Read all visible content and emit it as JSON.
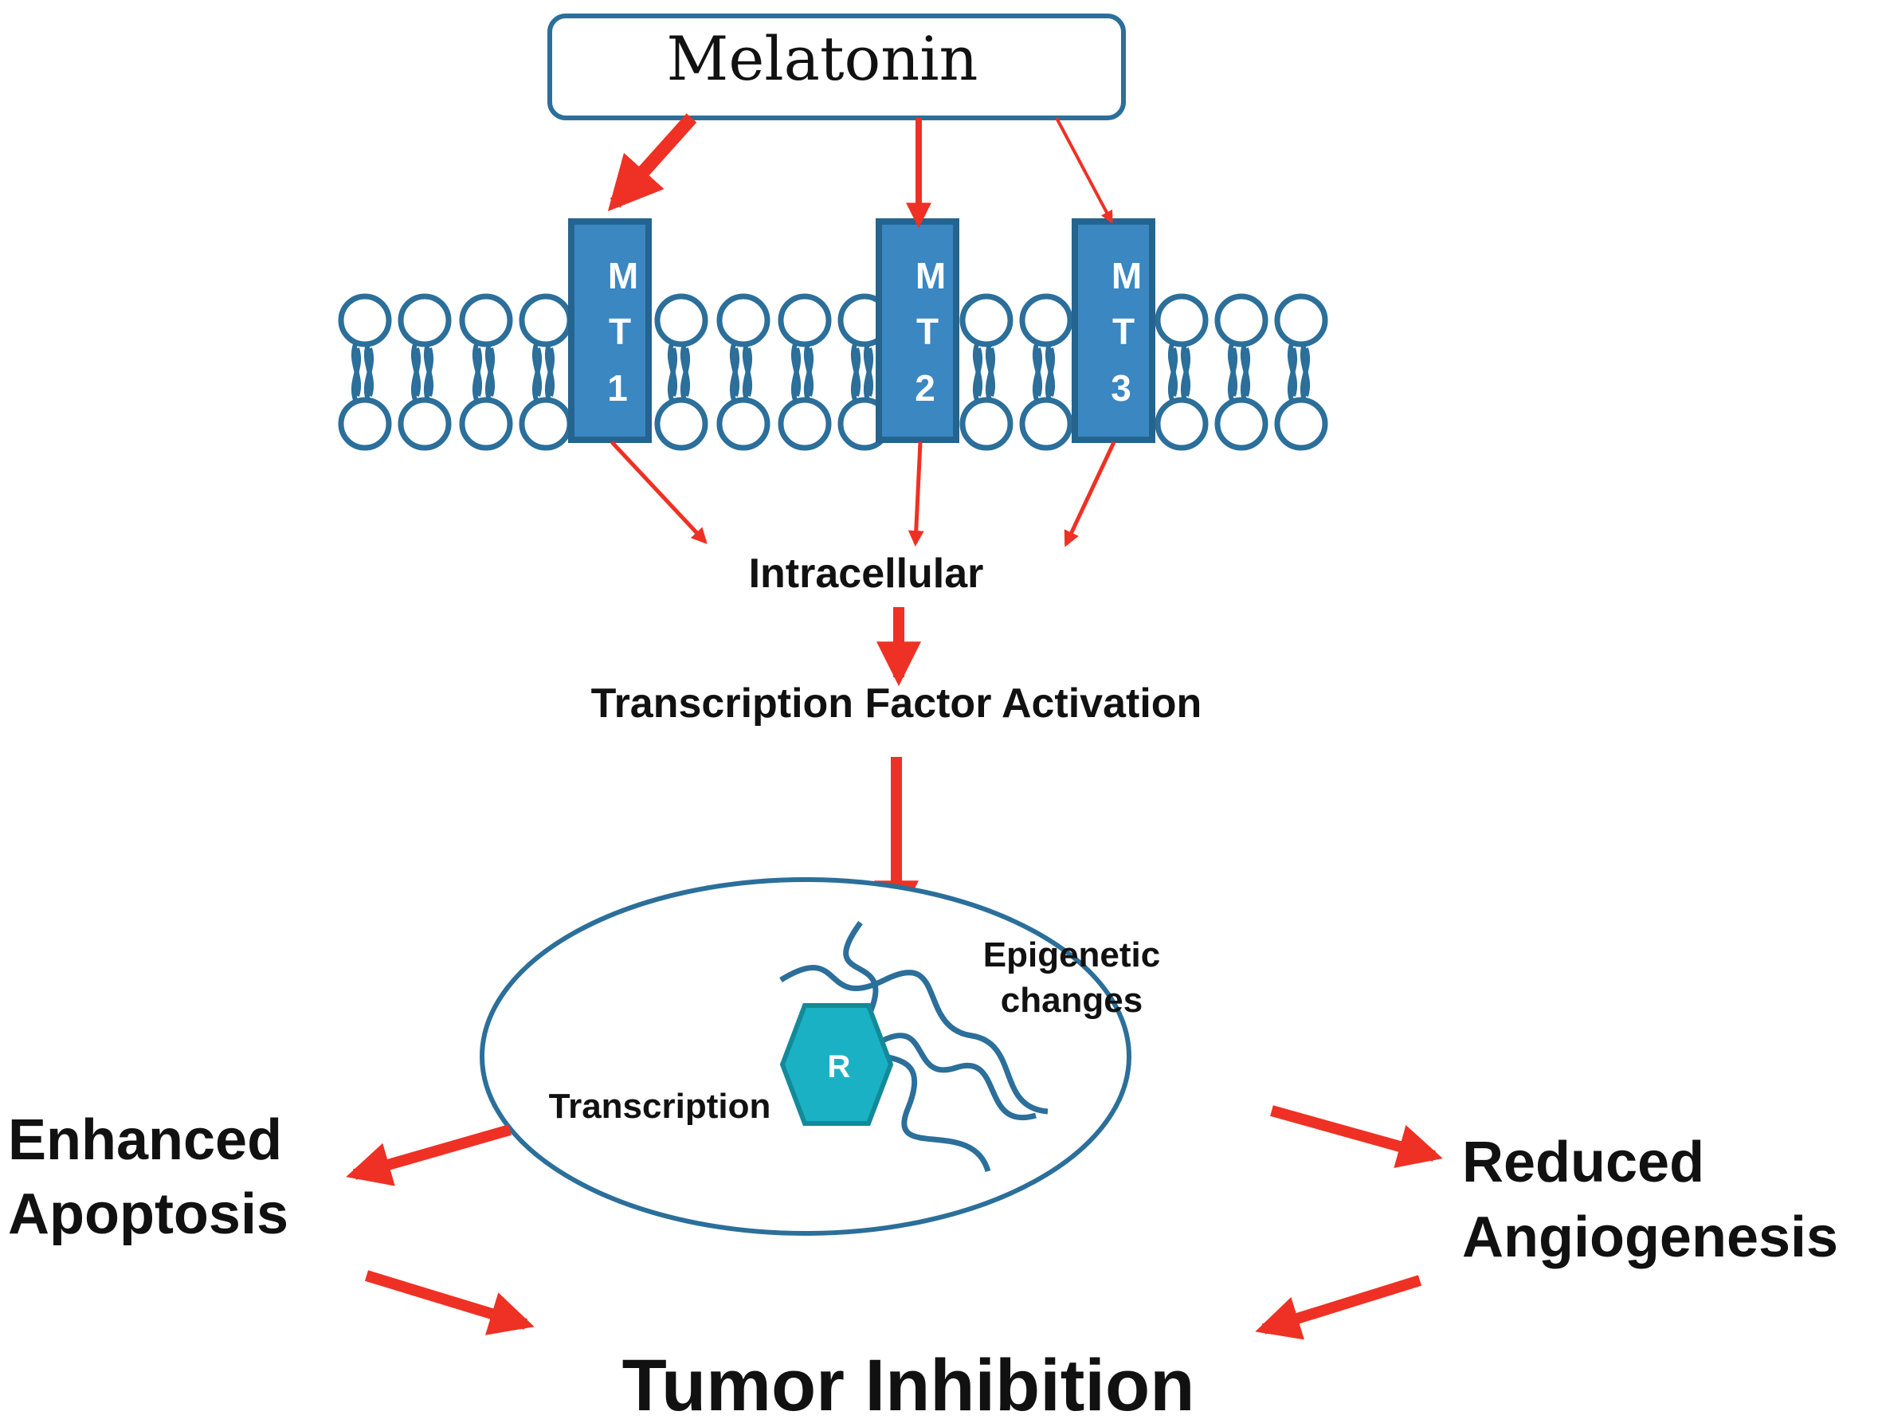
{
  "melatonin": "Melatonin",
  "receptors": [
    {
      "letters": [
        "M",
        "T",
        "1"
      ]
    },
    {
      "letters": [
        "M",
        "T",
        "2"
      ]
    },
    {
      "letters": [
        "M",
        "T",
        "3"
      ]
    }
  ],
  "intracellular": "Intracellular",
  "tf_activation": "Transcription Factor Activation",
  "epigenetic_line1": "Epigenetic",
  "epigenetic_line2": "changes",
  "transcription": "Transcription",
  "hexagon_label": "R",
  "enhanced_line1": "Enhanced",
  "enhanced_line2": "Apoptosis",
  "reduced_line1": "Reduced",
  "reduced_line2": "Angiogenesis",
  "tumor_inhibition": "Tumor Inhibition",
  "colors": {
    "arrow": "#ee3124",
    "membrane_stroke": "#2b6f9a",
    "receptor_fill": "#3a87c2",
    "receptor_stroke": "#24648f",
    "hexagon_fill": "#1bb1c4",
    "dna": "#2b6f9a"
  }
}
